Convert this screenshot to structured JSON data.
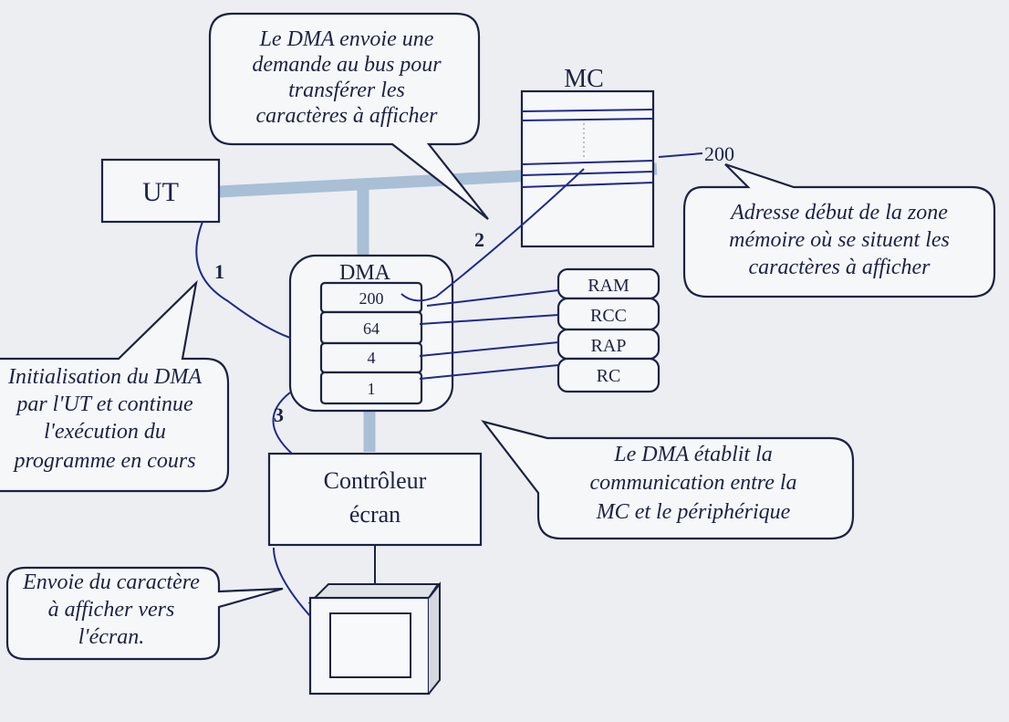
{
  "colors": {
    "ink": "#1c2244",
    "wire": "#1f2a8a",
    "bus": "#a8bfd6",
    "paper": "#eceef1"
  },
  "nodes": {
    "ut": "UT",
    "mc": "MC",
    "dma": "DMA",
    "controller": [
      "Contrôleur",
      "écran"
    ],
    "registers": [
      "RAM",
      "RCC",
      "RAP",
      "RC"
    ],
    "register_values": [
      "200",
      "64",
      "4",
      "1"
    ],
    "address_label": "200"
  },
  "steps": [
    "1",
    "2",
    "3"
  ],
  "callouts": {
    "bus_request": [
      "Le DMA envoie une",
      "demande au bus pour",
      "transférer les",
      "caractères à afficher"
    ],
    "start_address": [
      "Adresse début de la zone",
      "mémoire où se situent les",
      "caractères à afficher"
    ],
    "init": [
      "Initialisation du DMA",
      "par l'UT et continue",
      "l'exécution du",
      "programme en cours"
    ],
    "communication": [
      "Le DMA établit la",
      "communication entre la",
      "MC et le périphérique"
    ],
    "send_char": [
      "Envoie du caractère",
      "à afficher vers",
      "l'écran."
    ]
  }
}
